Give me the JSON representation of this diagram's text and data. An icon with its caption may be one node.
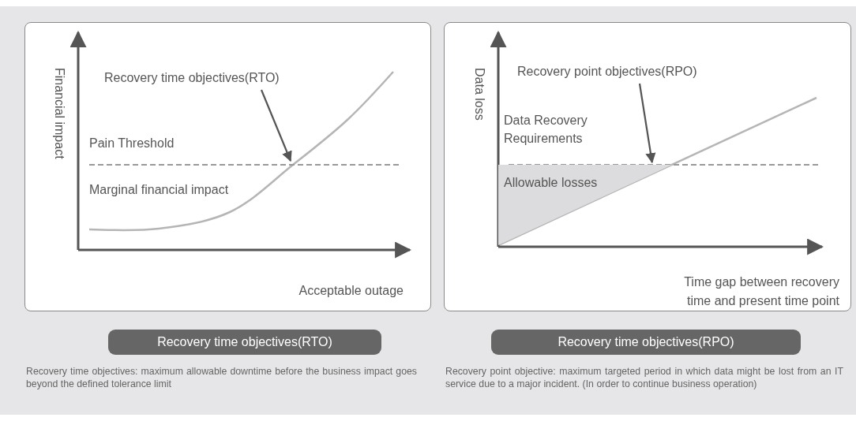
{
  "diagram": {
    "nodes": [
      {
        "text": [],
        "shape": "box"
      },
      {
        "text": [
          "Recovery time objectives(RTO)"
        ],
        "in": 0
      },
      {
        "text": [],
        "shape": "box"
      },
      {
        "text": [
          "Recovery point objectives(RPO)"
        ],
        "in": 2
      },
      {
        "text": [
          "Recovery time objectives(RTO)"
        ]
      },
      {
        "text": [
          "Recovery time objectives(RPO)"
        ]
      },
      {
        "text": [
          "Allowable losses"
        ],
        "in": 2
      }
    ],
    "edges": [
      {
        "from": 1,
        "to": null,
        "arrow": "to"
      },
      {
        "from": 3,
        "to": 6,
        "arrow": "to"
      }
    ],
    "labels": [
      "Financial impact",
      "Pain Threshold",
      "Marginal financial impact",
      "Acceptable outage",
      "Data loss",
      "Data Recovery Requirements",
      "Time gap between recovery time and present time point",
      "Recovery time objectives: maximum allowable downtime before the business impact goes beyond the defined tolerance limit",
      "Recovery point objective: maximum targeted period in which data might be lost from an IT service due to a major incident. (In order to continue business operation)"
    ]
  }
}
